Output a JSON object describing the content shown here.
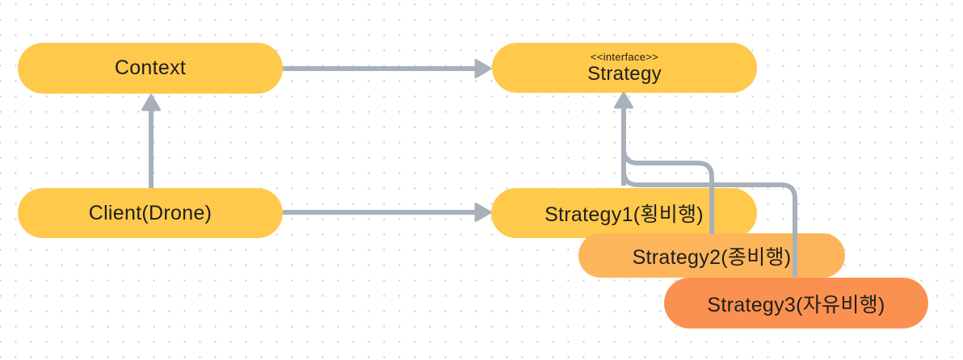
{
  "diagram": {
    "title": "Strategy pattern diagram (drone flight strategies)",
    "nodes": [
      {
        "id": "context",
        "label": "Context"
      },
      {
        "id": "strategy",
        "stereotype": "<<interface>>",
        "label": "Strategy"
      },
      {
        "id": "client",
        "label": "Client(Drone)"
      },
      {
        "id": "strategy1",
        "label": "Strategy1(횡비행)"
      },
      {
        "id": "strategy2",
        "label": "Strategy2(종비행)"
      },
      {
        "id": "strategy3",
        "label": "Strategy3(자유비행)"
      }
    ],
    "edges": [
      {
        "from": "Context",
        "to": "Strategy",
        "style": "straight-arrow"
      },
      {
        "from": "Client(Drone)",
        "to": "Context",
        "style": "straight-arrow"
      },
      {
        "from": "Client(Drone)",
        "to": "Strategy1(횡비행)",
        "style": "straight-arrow"
      },
      {
        "from": "Strategy1(횡비행)",
        "to": "Strategy",
        "style": "straight-arrow"
      },
      {
        "from": "Strategy2(종비행)",
        "to": "Strategy",
        "style": "curved-merge"
      },
      {
        "from": "Strategy3(자유비행)",
        "to": "Strategy",
        "style": "curved-merge"
      }
    ],
    "colors": {
      "background": "#ffffff",
      "dot": "#cdd2dc",
      "node_yellow": "#ffc94c",
      "node_light_orange": "#fdb55c",
      "node_orange": "#fb9150",
      "connector": "#a8b1ba",
      "text": "#1e1e1e"
    }
  }
}
